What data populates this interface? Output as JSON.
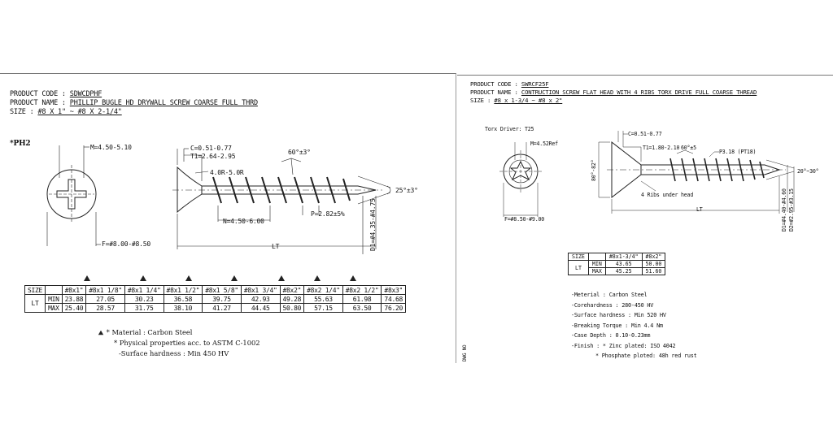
{
  "left": {
    "product_code_label": "PRODUCT CODE :",
    "product_code": "SDWCDPHF",
    "product_name_label": "PRODUCT NAME :",
    "product_name": "PHILLIP BUGLE HD DRYWALL SCREW COARSE FULL THRD",
    "size_label": "SIZE :",
    "size": "#8 X 1\" ~ #8 X 2-1/4\"",
    "drive": "*PH2",
    "dims": {
      "m": "M=4.50-5.10",
      "f": "F=#8.00-#8.50",
      "c": "C=0.51-0.77",
      "t1": "T1=2.64-2.95",
      "r": "4.0R-5.0R",
      "angle_head": "60°±3°",
      "angle_tip": "25°±3°",
      "n": "N=4.50-6.00",
      "p": "P=2.82±5%",
      "lt": "LT",
      "d1": "D1=#4.35-#4.75"
    },
    "table": {
      "size_label": "SIZE",
      "lt_label": "LT",
      "min_label": "MIN",
      "max_label": "MAX",
      "sizes": [
        "#8x1\"",
        "#8x1 1/8\"",
        "#8x1 1/4\"",
        "#8x1 1/2\"",
        "#8x1 5/8\"",
        "#8x1 3/4\"",
        "#8x2\"",
        "#8x2 1/4\"",
        "#8x2 1/2\"",
        "#8x3\""
      ],
      "min": [
        "23.88",
        "27.05",
        "30.23",
        "36.58",
        "39.75",
        "42.93",
        "49.28",
        "55.63",
        "61.98",
        "74.68"
      ],
      "max": [
        "25.40",
        "28.57",
        "31.75",
        "38.10",
        "41.27",
        "44.45",
        "50.80",
        "57.15",
        "63.50",
        "76.20"
      ]
    },
    "notes": [
      "Material : Carbon Steel",
      "Physical properties acc. to ASTM C-1002",
      "-Surface hardness : Min 450 HV"
    ]
  },
  "right": {
    "product_code_label": "PRODUCT CODE :",
    "product_code": "SWRCF25F",
    "product_name_label": "PRODUCT NAME :",
    "product_name": "CONTRUCTION SCREW FLAT HEAD WITH 4 RIBS TORX DRIVE FULL COARSE THREAD",
    "size_label": "SIZE :",
    "size": "#8 x 1-3/4 ~ #8 x 2\"",
    "drive": "Torx Driver: T25",
    "dims": {
      "m": "M=4.52Ref",
      "f": "F=#8.50-#9.00",
      "c": "C=0.51-0.77",
      "t1": "T1=1.80-2.10",
      "head_angle": "80°-82°",
      "angle_small": "60°±5",
      "p": "P3.18 (PT18)",
      "angle_tip": "20°~30°",
      "ribs": "4 Ribs under head",
      "lt": "LT",
      "d1": "D1=#4.40-#4.60",
      "d2": "D2=#2.95-#3.15"
    },
    "table": {
      "size_label": "SIZE",
      "lt_label": "LT",
      "min_label": "MIN",
      "max_label": "MAX",
      "sizes": [
        "#8x1-3/4\"",
        "#8x2\""
      ],
      "min": [
        "43.65",
        "50.00"
      ],
      "max": [
        "45.25",
        "51.60"
      ]
    },
    "notes": [
      "-Meterial : Carbon Steel",
      "-Corehardness : 280-450 HV",
      "-Surface hardness : Min 520 HV",
      "-Breaking Torque : Min 4.4 Nm",
      "-Case Depth : 0.10-0.23mm",
      "-Finish : * Zinc plated: ISO 4042",
      "* Phosphate ploted: 48h red rust"
    ],
    "side_mark": "DWG NO"
  }
}
